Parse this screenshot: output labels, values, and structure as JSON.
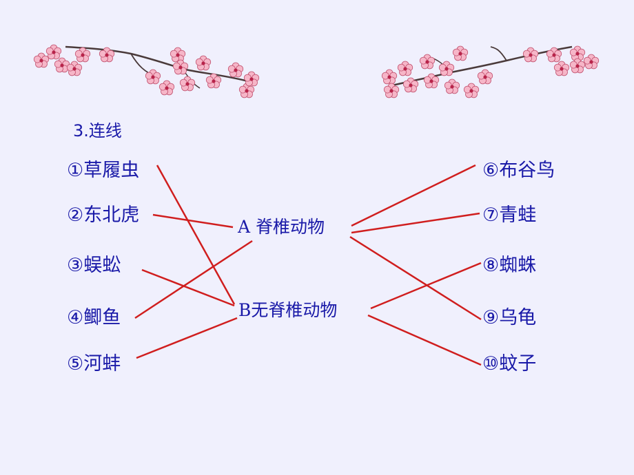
{
  "title": "3.连线",
  "left_items": [
    "①草履虫",
    "②东北虎",
    "③蜈蚣",
    "④鲫鱼",
    "⑤河蚌"
  ],
  "right_items": [
    "⑥布谷鸟",
    "⑦青蛙",
    "⑧蜘蛛",
    "⑨乌龟",
    "⑩蚊子"
  ],
  "categories": {
    "a": "A  脊椎动物",
    "b": "B无脊椎动物"
  },
  "line_color": "#d01e1e",
  "text_color": "#1a1aa8",
  "decoration": "plum-blossom-branches"
}
